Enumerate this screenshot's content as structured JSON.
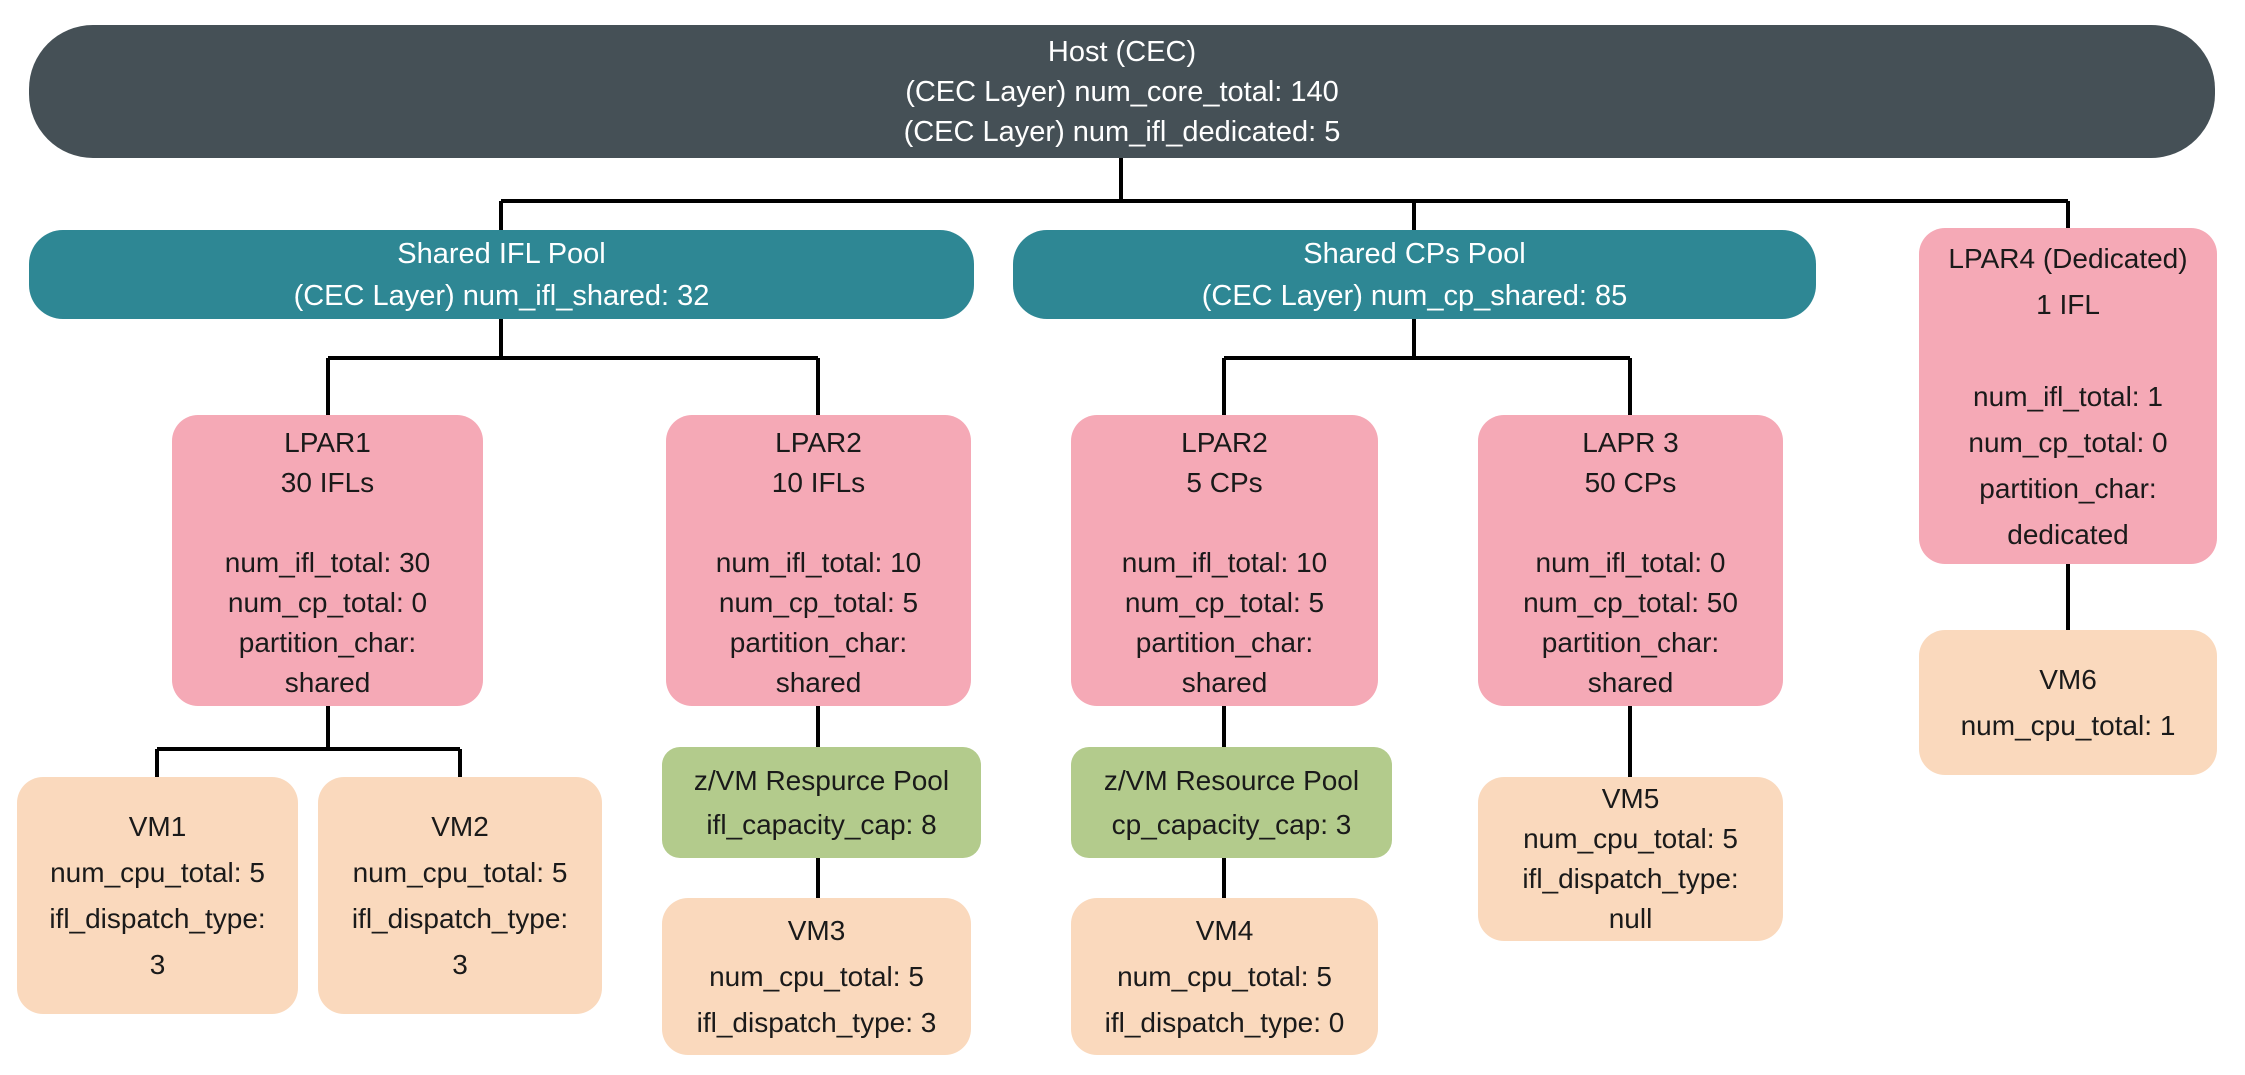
{
  "diagram_title": "CEC CPU topology tree",
  "colors": {
    "host_bg": "#455056",
    "host_text": "#ffffff",
    "pool_bg": "#2E8794",
    "pool_text": "#ffffff",
    "lpar_bg": "#F5A9B6",
    "vm_bg": "#FAD9BD",
    "zvm_pool_bg": "#B3CB8C",
    "node_text": "#1a1a1a",
    "connector": "#000000",
    "background": "#ffffff"
  },
  "nodes": {
    "host": {
      "lines": [
        "Host (CEC)",
        "(CEC Layer) num_core_total: 140",
        "(CEC Layer) num_ifl_dedicated: 5"
      ]
    },
    "shared_ifl_pool": {
      "lines": [
        "Shared IFL Pool",
        "(CEC Layer) num_ifl_shared: 32"
      ]
    },
    "shared_cps_pool": {
      "lines": [
        "Shared CPs Pool",
        "(CEC Layer) num_cp_shared: 85"
      ]
    },
    "lpar4": {
      "lines": [
        "LPAR4 (Dedicated)",
        "1 IFL",
        "",
        "num_ifl_total: 1",
        "num_cp_total: 0",
        "partition_char:",
        "dedicated"
      ]
    },
    "lpar1": {
      "lines": [
        "LPAR1",
        "30 IFLs",
        "",
        "num_ifl_total: 30",
        "num_cp_total: 0",
        "partition_char:",
        "shared"
      ]
    },
    "lpar2_ifl": {
      "lines": [
        "LPAR2",
        "10 IFLs",
        "",
        "num_ifl_total: 10",
        "num_cp_total: 5",
        "partition_char:",
        "shared"
      ]
    },
    "lpar2_cp": {
      "lines": [
        "LPAR2",
        "5 CPs",
        "",
        "num_ifl_total: 10",
        "num_cp_total: 5",
        "partition_char:",
        "shared"
      ]
    },
    "lapr3": {
      "lines": [
        "LAPR 3",
        "50 CPs",
        "",
        "num_ifl_total: 0",
        "num_cp_total: 50",
        "partition_char:",
        "shared"
      ]
    },
    "zvm_pool_ifl": {
      "lines": [
        "z/VM Respurce Pool",
        "ifl_capacity_cap: 8"
      ]
    },
    "zvm_pool_cp": {
      "lines": [
        "z/VM Resource Pool",
        "cp_capacity_cap: 3"
      ]
    },
    "vm1": {
      "lines": [
        "VM1",
        "num_cpu_total: 5",
        "ifl_dispatch_type:",
        "3"
      ]
    },
    "vm2": {
      "lines": [
        "VM2",
        "num_cpu_total: 5",
        "ifl_dispatch_type:",
        "3"
      ]
    },
    "vm3": {
      "lines": [
        "VM3",
        "num_cpu_total: 5",
        "ifl_dispatch_type: 3"
      ]
    },
    "vm4": {
      "lines": [
        "VM4",
        "num_cpu_total: 5",
        "ifl_dispatch_type: 0"
      ]
    },
    "vm5": {
      "lines": [
        "VM5",
        "num_cpu_total: 5",
        "ifl_dispatch_type:",
        "null"
      ]
    },
    "vm6": {
      "lines": [
        "VM6",
        "num_cpu_total: 1"
      ]
    }
  }
}
